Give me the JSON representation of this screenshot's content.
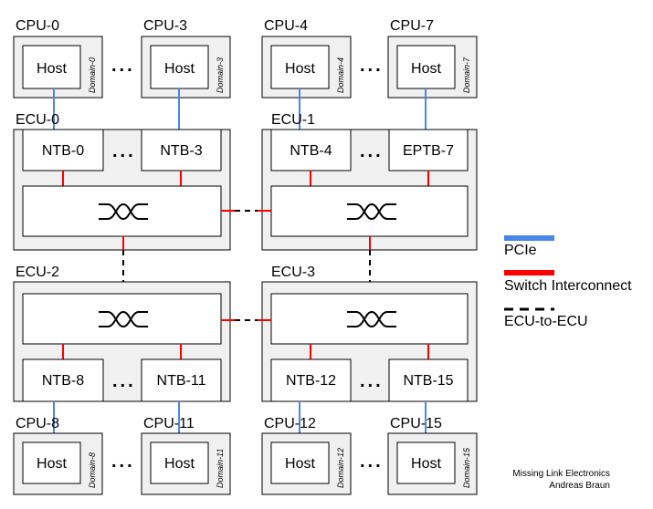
{
  "cpus": [
    {
      "label": "CPU-0",
      "host": "Host",
      "domain": "Domain-0"
    },
    {
      "label": "CPU-3",
      "host": "Host",
      "domain": "Domain-3"
    },
    {
      "label": "CPU-4",
      "host": "Host",
      "domain": "Domain-4"
    },
    {
      "label": "CPU-7",
      "host": "Host",
      "domain": "Domain-7"
    },
    {
      "label": "CPU-8",
      "host": "Host",
      "domain": "Domain-8"
    },
    {
      "label": "CPU-11",
      "host": "Host",
      "domain": "Domain-11"
    },
    {
      "label": "CPU-12",
      "host": "Host",
      "domain": "Domain-12"
    },
    {
      "label": "CPU-15",
      "host": "Host",
      "domain": "Domain-15"
    }
  ],
  "ecus": [
    {
      "label": "ECU-0",
      "ntbs": [
        "NTB-0",
        "NTB-3"
      ]
    },
    {
      "label": "ECU-1",
      "ntbs": [
        "NTB-4",
        "EPTB-7"
      ]
    },
    {
      "label": "ECU-2",
      "ntbs": [
        "NTB-8",
        "NTB-11"
      ]
    },
    {
      "label": "ECU-3",
      "ntbs": [
        "NTB-12",
        "NTB-15"
      ]
    }
  ],
  "ellipsis": "...",
  "legend": [
    {
      "label": "PCIe",
      "color": "#4a86e8"
    },
    {
      "label": "Switch Interconnect",
      "color": "#ff0000"
    },
    {
      "label": "ECU-to-ECU",
      "color": "#000000"
    }
  ],
  "credit": {
    "line1": "Missing Link Electronics",
    "line2": "Andreas Braun"
  }
}
